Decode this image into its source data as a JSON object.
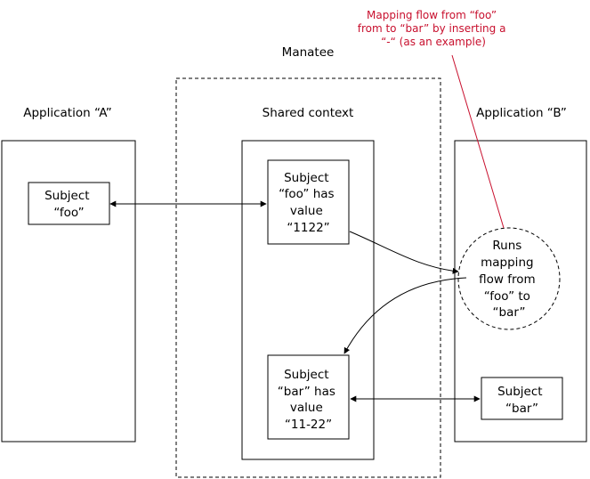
{
  "containers": {
    "app_a": "Application “A”",
    "manatee": "Manatee",
    "shared": "Shared context",
    "app_b": "Application “B”"
  },
  "nodes": {
    "subject_foo_a": [
      "Subject",
      "“foo”"
    ],
    "subject_foo_shared": [
      "Subject",
      "“foo” has",
      "value",
      "“1122”"
    ],
    "subject_bar_shared": [
      "Subject",
      "“bar” has",
      "value",
      "“11-22”"
    ],
    "mapping_flow": [
      "Runs",
      "mapping",
      "flow from",
      "“foo” to",
      "“bar”"
    ],
    "subject_bar_b": [
      "Subject",
      "“bar”"
    ]
  },
  "note": {
    "lines": [
      "Mapping flow from “foo”",
      "from to “bar” by inserting a",
      "“-“ (as an example)"
    ],
    "color": "#c8102e"
  }
}
